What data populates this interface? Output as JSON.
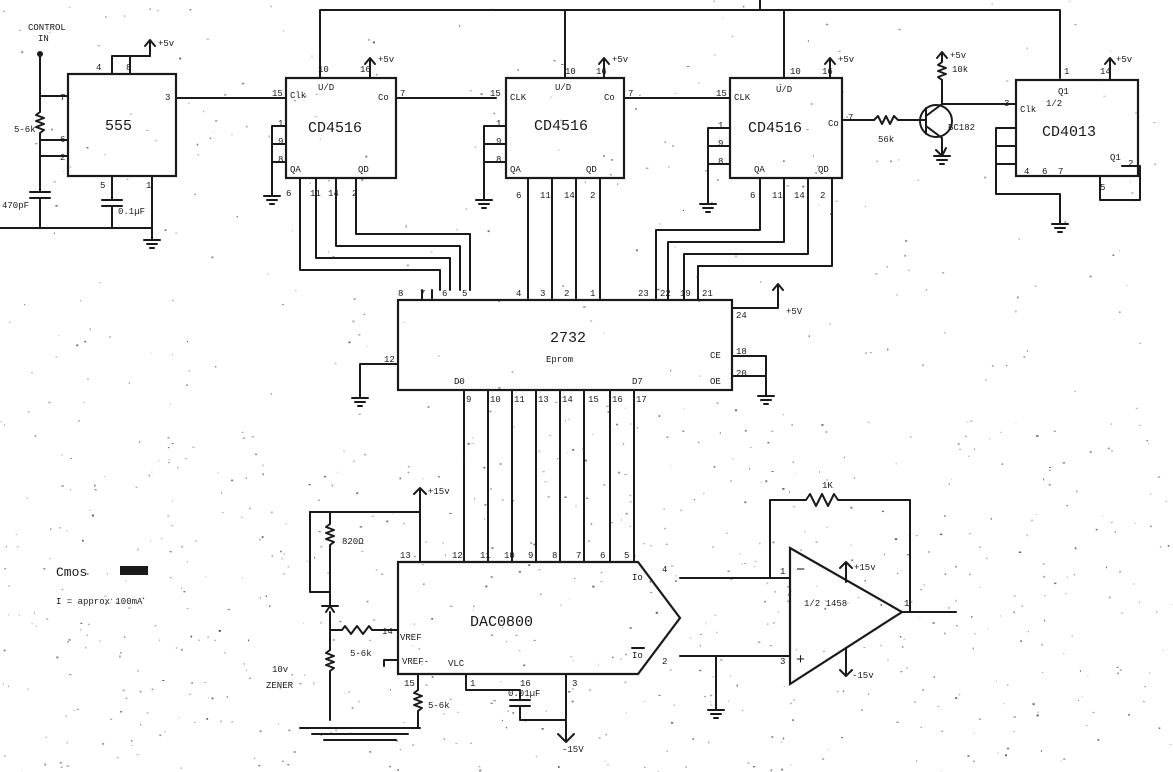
{
  "control_in": {
    "line1": "CONTROL",
    "line2": "IN"
  },
  "supplies": {
    "p5": "+5v",
    "p5b": "+5v",
    "p5c": "+5v",
    "p5d": "+5v",
    "p5e": "+5v",
    "p5f": "+5v",
    "p5g": "+5V",
    "p15": "+15v",
    "p15b": "+15v",
    "m15": "-15v",
    "m15b": "-15V"
  },
  "timer": {
    "name": "555",
    "pins": [
      "4",
      "8",
      "7",
      "6",
      "2",
      "3",
      "5",
      "1"
    ],
    "r": "5-6k",
    "c1": "470pF",
    "c2": "0.1µF"
  },
  "counter1": {
    "name": "CD4516",
    "pins": {
      "clk": "15",
      "clk_label": "Clk",
      "ud_pin": "10",
      "ud": "U/D",
      "vcc": "16",
      "co_pin": "7",
      "co": "Co",
      "p1": "1",
      "p9": "9",
      "p8": "8",
      "qa": "QA",
      "qd": "QD",
      "bottom": [
        "6",
        "11",
        "14",
        "2"
      ]
    }
  },
  "counter2": {
    "name": "CD4516",
    "pins": {
      "clk": "15",
      "clk_label": "CLK",
      "ud_pin": "10",
      "ud": "U/D",
      "vcc": "16",
      "co_pin": "7",
      "co": "Co",
      "p1": "1",
      "p9": "9",
      "p8": "8",
      "qa": "QA",
      "qd": "QD",
      "bottom": [
        "6",
        "11",
        "14",
        "2"
      ]
    }
  },
  "counter3": {
    "name": "CD4516",
    "pins": {
      "clk": "15",
      "clk_label": "CLK",
      "ud_pin": "10",
      "ud": "U/D",
      "vcc": "16",
      "co_pin": "7",
      "co": "Co",
      "p1": "1",
      "p9": "9",
      "p8": "8",
      "qa": "QA",
      "qd": "QD",
      "bottom": [
        "6",
        "11",
        "14",
        "2"
      ]
    }
  },
  "transistor": {
    "name": "BC182",
    "rb": "56k",
    "rc": "10k"
  },
  "flipflop": {
    "name": "CD4013",
    "half": "1/2",
    "clk_label": "Clk",
    "q": "Q1",
    "qbar": "Q1",
    "pins": [
      "1",
      "14",
      "3",
      "4",
      "6",
      "7",
      "2",
      "5"
    ]
  },
  "eprom": {
    "name": "2732",
    "sub": "Eprom",
    "addr_pins": [
      "8",
      "7",
      "6",
      "5",
      "4",
      "3",
      "2",
      "1",
      "23",
      "22",
      "19",
      "21"
    ],
    "vcc": "24",
    "gnd": "12",
    "ce_pin": "18",
    "ce": "CE",
    "oe_pin": "20",
    "oe": "OE",
    "d0": "D0",
    "d7": "D7",
    "data_pins": [
      "9",
      "10",
      "11",
      "13",
      "14",
      "15",
      "16",
      "17"
    ]
  },
  "dac": {
    "name": "DAC0800",
    "pins_top": [
      "13",
      "12",
      "11",
      "10",
      "9",
      "8",
      "7",
      "6",
      "5"
    ],
    "vref_pin": "14",
    "vref": "VREF",
    "vref_minus": "VREF-",
    "vlc": "VLC",
    "io_pin": "4",
    "io": "Io",
    "iobar_pin": "2",
    "iobar": "Io",
    "bottom": [
      "15",
      "1",
      "16",
      "3"
    ],
    "r1": "820Ω",
    "r2": "5-6k",
    "r3": "5-6k",
    "cap": "0.01µF"
  },
  "opamp": {
    "name": "1/2 1458",
    "rf": "1K",
    "in_minus_pin": "1",
    "in_plus_pin": "3",
    "out_pin": "1",
    "vpos": "+15v",
    "vneg": "-15v"
  },
  "notes": {
    "zener1": "10v",
    "zener2": "ZENER",
    "cmos": "Cmos",
    "current": "I = approx 100mA"
  }
}
